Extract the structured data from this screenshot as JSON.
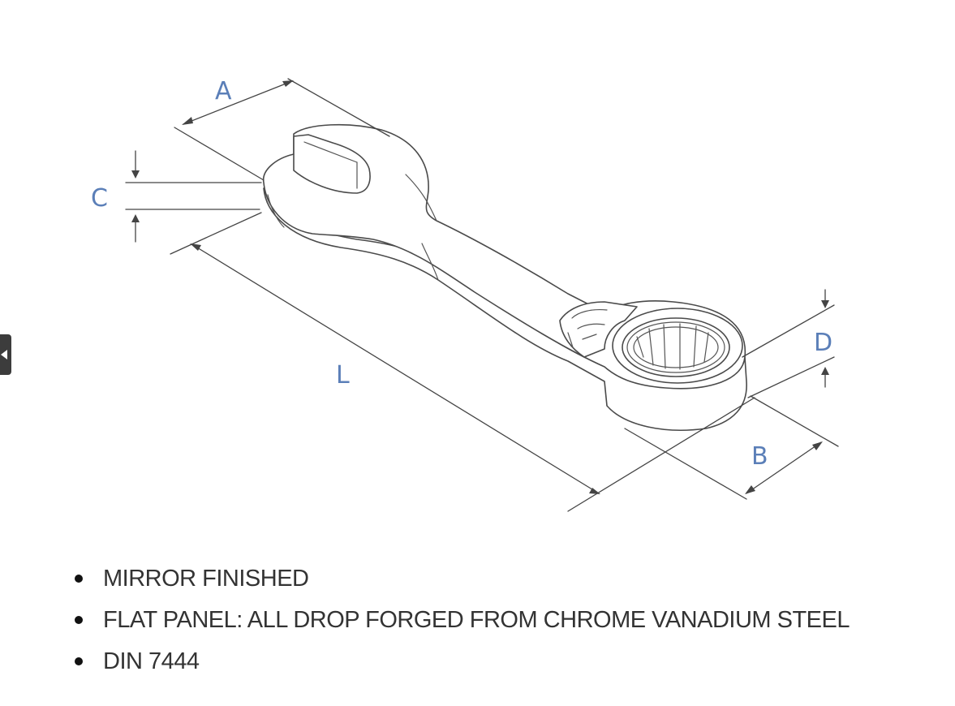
{
  "diagram": {
    "labels": {
      "a": "A",
      "b": "B",
      "c": "C",
      "d": "D",
      "l": "L"
    },
    "label_color": "#5b7fb8"
  },
  "navigation": {
    "prev_icon": "caret-left-icon"
  },
  "features": [
    "MIRROR FINISHED",
    "FLAT PANEL: ALL DROP FORGED FROM CHROME VANADIUM STEEL",
    "DIN 7444"
  ]
}
